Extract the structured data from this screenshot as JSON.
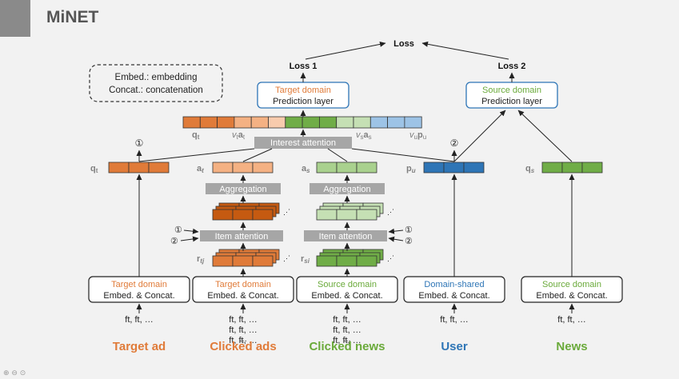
{
  "header": {
    "title": "MiNET"
  },
  "legend": {
    "line1": "Embed.: embedding",
    "line2": "Concat.: concatenation"
  },
  "loss": {
    "total": "Loss",
    "loss1": "Loss 1",
    "loss2": "Loss 2"
  },
  "prediction": {
    "target": {
      "domain": "Target domain",
      "layer": "Prediction layer"
    },
    "source": {
      "domain": "Source domain",
      "layer": "Prediction layer"
    }
  },
  "concat_labels": {
    "qt": "q",
    "qt_sub": "t",
    "vtat": "v",
    "vtat_sub1": "t",
    "vtat_mid": "a",
    "vtat_sub2": "t",
    "vsas": "v",
    "vsas_sub1": "s",
    "vsas_mid": "a",
    "vsas_sub2": "s",
    "vupu": "v",
    "vupu_sub1": "u",
    "vupu_mid": "p",
    "vupu_sub2": "u"
  },
  "interest_attention": "Interest attention",
  "vectors": {
    "qt": "q",
    "qt_sub": "t",
    "at": "a",
    "at_sub": "t",
    "as": "a",
    "as_sub": "s",
    "pu": "p",
    "pu_sub": "u",
    "qs": "q",
    "qs_sub": "s",
    "rtj": "r",
    "rtj_sub": "tj",
    "rsi": "r",
    "rsi_sub": "si"
  },
  "markers": {
    "one": "①",
    "two": "②"
  },
  "aggregation": "Aggregation",
  "item_attention": "Item attention",
  "embed_boxes": [
    {
      "domain": "Target domain",
      "op": "Embed. & Concat.",
      "color": "#e07b39"
    },
    {
      "domain": "Target domain",
      "op": "Embed. & Concat.",
      "color": "#e07b39"
    },
    {
      "domain": "Source domain",
      "op": "Embed. & Concat.",
      "color": "#6aaa3a"
    },
    {
      "domain": "Domain-shared",
      "op": "Embed. & Concat.",
      "color": "#2e75b6"
    },
    {
      "domain": "Source domain",
      "op": "Embed. & Concat.",
      "color": "#6aaa3a"
    }
  ],
  "features": {
    "single": "ft, ft, …",
    "dots": "…"
  },
  "inputs": [
    {
      "label": "Target ad",
      "color": "#e07b39"
    },
    {
      "label": "Clicked ads",
      "color": "#e07b39"
    },
    {
      "label": "Clicked news",
      "color": "#6aaa3a"
    },
    {
      "label": "User",
      "color": "#2e75b6"
    },
    {
      "label": "News",
      "color": "#6aaa3a"
    }
  ],
  "colors": {
    "orange": "#e07b39",
    "orange_light": "#f4b183",
    "orange_pale": "#f8cbad",
    "orange_dark": "#c55a11",
    "green": "#70ad47",
    "green_light": "#a9d18e",
    "green_pale": "#c5e0b4",
    "green_dark": "#548235",
    "blue": "#2e75b6",
    "blue_light": "#9dc3e6",
    "gray_box": "#a6a6a6",
    "text_gray": "#7f7f7f"
  }
}
